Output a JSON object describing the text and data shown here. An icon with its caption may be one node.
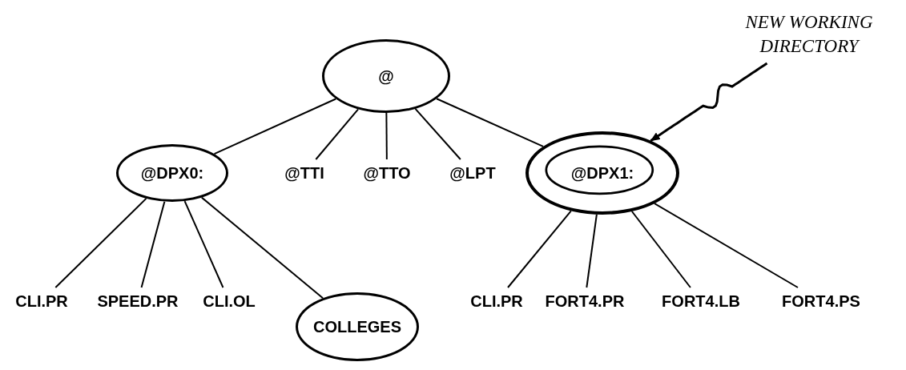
{
  "diagram": {
    "nodes": [
      {
        "text": [
          "@"
        ]
      },
      {
        "text": [
          "@DPX0:"
        ]
      },
      {
        "text": [
          "@TTI"
        ]
      },
      {
        "text": [
          "@TTO"
        ]
      },
      {
        "text": [
          "@LPT"
        ]
      },
      {
        "text": [
          "@DPX1:"
        ]
      },
      {
        "text": [
          "CLI.PR"
        ]
      },
      {
        "text": [
          "SPEED.PR"
        ]
      },
      {
        "text": [
          "CLI.OL"
        ]
      },
      {
        "text": [
          "COLLEGES"
        ]
      },
      {
        "text": [
          "CLI.PR"
        ]
      },
      {
        "text": [
          "FORT4.PR"
        ]
      },
      {
        "text": [
          "FORT4.LB"
        ]
      },
      {
        "text": [
          "FORT4.PS"
        ]
      },
      {
        "text": [
          "NEW WORKING DIRECTORY"
        ]
      }
    ],
    "edges": [
      {
        "from": 0,
        "to": 1,
        "arrow": "none"
      },
      {
        "from": 0,
        "to": 2,
        "arrow": "none"
      },
      {
        "from": 0,
        "to": 3,
        "arrow": "none"
      },
      {
        "from": 0,
        "to": 4,
        "arrow": "none"
      },
      {
        "from": 0,
        "to": 5,
        "arrow": "none"
      },
      {
        "from": 1,
        "to": 6,
        "arrow": "none"
      },
      {
        "from": 1,
        "to": 7,
        "arrow": "none"
      },
      {
        "from": 1,
        "to": 8,
        "arrow": "none"
      },
      {
        "from": 1,
        "to": 9,
        "arrow": "none"
      },
      {
        "from": 5,
        "to": 10,
        "arrow": "none"
      },
      {
        "from": 5,
        "to": 11,
        "arrow": "none"
      },
      {
        "from": 5,
        "to": 12,
        "arrow": "none"
      },
      {
        "from": 5,
        "to": 13,
        "arrow": "none"
      },
      {
        "from": 14,
        "to": 5,
        "arrow": "to"
      }
    ]
  }
}
